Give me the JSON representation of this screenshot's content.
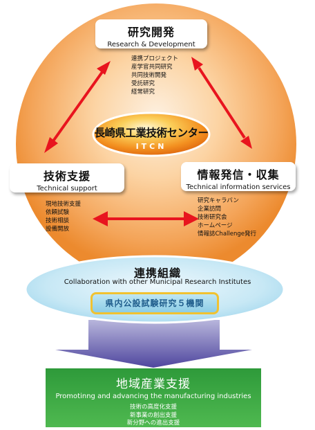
{
  "research": {
    "title": "研究開発",
    "subtitle": "Research & Development",
    "items": [
      "連携プロジェクト",
      "産学官共同研究",
      "共同技術開発",
      "受託研究",
      "経常研究"
    ]
  },
  "center": {
    "name": "長崎県工業技術センター",
    "abbr": "ITCN"
  },
  "support": {
    "title": "技術支援",
    "subtitle": "Technical support",
    "items": [
      "現地技術支援",
      "依頼試験",
      "技術相談",
      "設備開放"
    ]
  },
  "info": {
    "title": "情報発信・収集",
    "subtitle": "Technical information services",
    "items": [
      "研究キャラバン",
      "企業訪問",
      "技術研究会",
      "ホームページ",
      "情報誌Challenge発行"
    ]
  },
  "collaboration": {
    "title": "連携組織",
    "subtitle": "Collaboration with other Municipal Research Institutes",
    "badge": "県内公設試験研究５機関"
  },
  "promotion": {
    "title": "地域産業支援",
    "subtitle": "Promotinng and advancing the manufacturing industries",
    "items": [
      "技術の高度化支援",
      "新事業の創出支援",
      "新分野への進出支援"
    ]
  },
  "colors": {
    "circle_light": "#fde3c4",
    "circle_dark": "#ef8a2c",
    "arrow_red": "#e8141e",
    "ellipse_blue": "#bfe5f4",
    "green": "#3aa944",
    "arrow_purple": "#5b51a8"
  }
}
